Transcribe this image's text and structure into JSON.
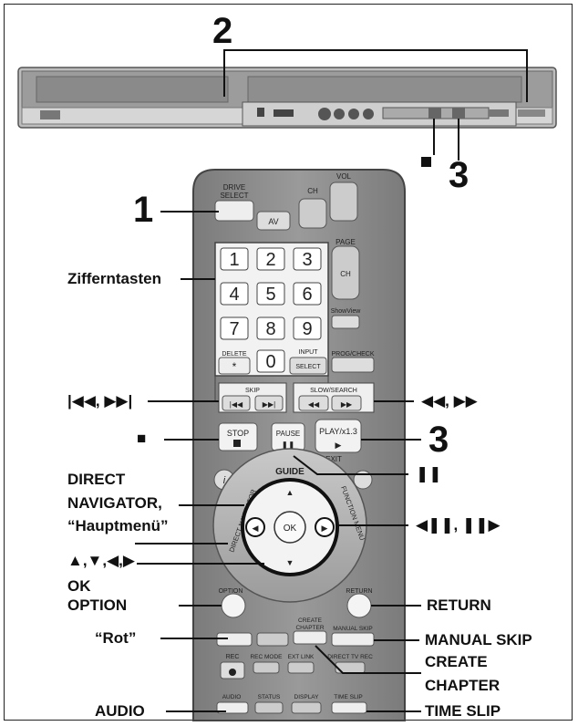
{
  "callouts": {
    "num_2": "2",
    "num_1": "1",
    "num_3_top": "3",
    "num_3_remote": "3",
    "zifferntasten": "Zifferntasten",
    "skip_label": "|◀◀, ▶▶|",
    "stop_symbol": "■",
    "direct_navigator_1": "DIRECT",
    "direct_navigator_2": "NAVIGATOR,",
    "hauptmenu": "“Hauptmenü”",
    "arrows": "▲,▼,◀,▶",
    "ok": "OK",
    "option": "OPTION",
    "rot": "“Rot”",
    "audio": "AUDIO",
    "search_label": "◀◀, ▶▶",
    "pause_symbol": "❚❚",
    "slow_label": "◀❚❚, ❚❚▶",
    "return": "RETURN",
    "manual_skip": "MANUAL SKIP",
    "create_1": "CREATE",
    "create_2": "CHAPTER",
    "time_slip": "TIME SLIP"
  },
  "remote": {
    "drive_select": "DRIVE SELECT",
    "av": "AV",
    "ch": "CH",
    "vol": "VOL",
    "page": "PAGE",
    "showview": "ShowView",
    "digits": [
      "1",
      "2",
      "3",
      "4",
      "5",
      "6",
      "7",
      "8",
      "9",
      "0"
    ],
    "delete": "DELETE",
    "input_select": "INPUT SELECT",
    "prog_check": "PROG/CHECK",
    "skip": "SKIP",
    "slow_search": "SLOW/SEARCH",
    "stop": "STOP",
    "pause": "PAUSE",
    "play": "PLAY/x1.3",
    "exit": "EXIT",
    "guide": "GUIDE",
    "direct_navigator": "DIRECT NAVIGATOR",
    "functions_menu": "FUNCTION MENU",
    "ok": "OK",
    "option": "OPTION",
    "return": "RETURN",
    "create_chapter": "CREATE CHAPTER",
    "manual_skip": "MANUAL SKIP",
    "rec": "REC",
    "rec_mode": "REC MODE",
    "ext_link": "EXT LINK",
    "direct_tv_rec": "DIRECT TV REC",
    "audio": "AUDIO",
    "status": "STATUS",
    "display": "DISPLAY",
    "time_slip": "TIME SLIP"
  }
}
